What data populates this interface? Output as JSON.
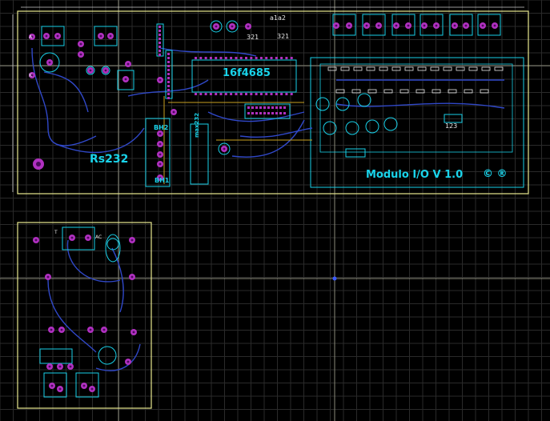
{
  "board": {
    "mcu_label": "16f4685",
    "serial_label": "Rs232",
    "module_label": "Modulo I/O V 1.0",
    "copyright_label": "© ®",
    "driver_label": "max232",
    "bh2_label": "BH2",
    "bh1_label": "BH1",
    "jumper_a_label": "a1a2",
    "jumper_321_a": "321",
    "jumper_321_b": "321",
    "jumper_123": "123",
    "pin_a_label": "A",
    "pin_k_label": "K",
    "psu_t_label": "T",
    "psu_ac_label": "AC"
  },
  "colors": {
    "background": "#000000",
    "grid_minor": "#2a2a2a",
    "grid_major": "#8a8a7a",
    "board_outline": "#e8e890",
    "track": "#3048c8",
    "silk": "#18d0e8",
    "pad": "#b030c0",
    "pad_hole": "#4a0a5a",
    "yellow_track": "#c8a020"
  }
}
